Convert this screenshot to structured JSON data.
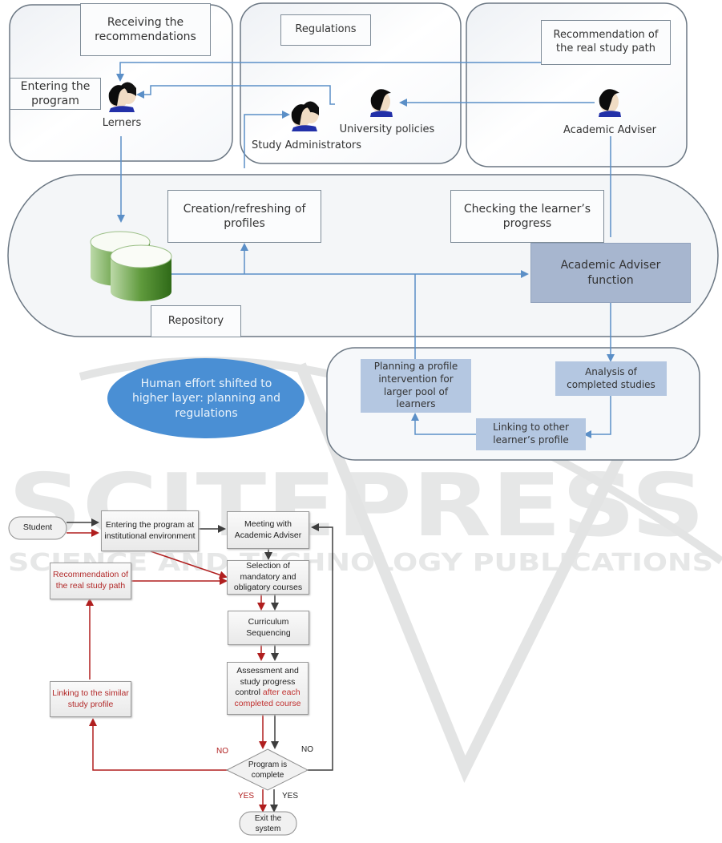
{
  "watermark": {
    "main": "SCITEPRESS",
    "sub": "SCIENCE AND TECHNOLOGY PUBLICATIONS"
  },
  "top_diagram": {
    "panels": {
      "learners_panel": {
        "note_receiving": "Receiving the\nrecommendations",
        "note_entering": "Entering the\nprogram",
        "actor_label": "Lerners"
      },
      "regulations_panel": {
        "note": "Regulations",
        "actor_admins_label": "Study Administrators",
        "actor_policies_label": "University policies"
      },
      "adviser_panel": {
        "note": "Recommendation of\nthe real study path",
        "actor_label": "Academic Adviser"
      }
    },
    "middle_band": {
      "note_creation": "Creation/refreshing of\nprofiles",
      "note_checking": "Checking the learner’s\nprogress",
      "repository_label": "Repository",
      "adviser_function": "Academic Adviser\nfunction"
    },
    "ellipse_text": "Human effort shifted to\nhigher layer: planning and\nregulations",
    "lower_band": {
      "planning": "Planning a profile\nintervention for\nlarger pool of\nlearners",
      "analysis": "Analysis of\ncompleted studies",
      "linking": "Linking to other\nlearner’s profile"
    },
    "colors": {
      "connector": "#5b8fc7",
      "panel_border": "#6b7783",
      "adviser_function_fill": "#a7b6cf",
      "light_box_fill": "#b4c7e1",
      "ellipse_fill": "#4a8fd4",
      "database_green": "#4e8a2e"
    }
  },
  "flowchart": {
    "start": "Student",
    "entering": "Entering the program at\ninstitutional environment",
    "meeting": "Meeting with\nAcademic Adviser",
    "selection": "Selection of\nmandatory and\nobligatory courses",
    "sequencing": "Curriculum\nSequencing",
    "assessment_black": "Assessment and\nstudy progress\ncontrol ",
    "assessment_red": "after each\ncompleted course",
    "recommendation": "Recommendation of\nthe real study path",
    "linking": "Linking to the similar\nstudy profile",
    "decision": "Program is\ncomplete",
    "exit": "Exit the\nsystem",
    "label_no_red": "NO",
    "label_no_black": "NO",
    "label_yes_red": "YES",
    "label_yes_black": "YES",
    "colors": {
      "red_path": "#b01e1e",
      "black_path": "#3d3d3d"
    }
  }
}
